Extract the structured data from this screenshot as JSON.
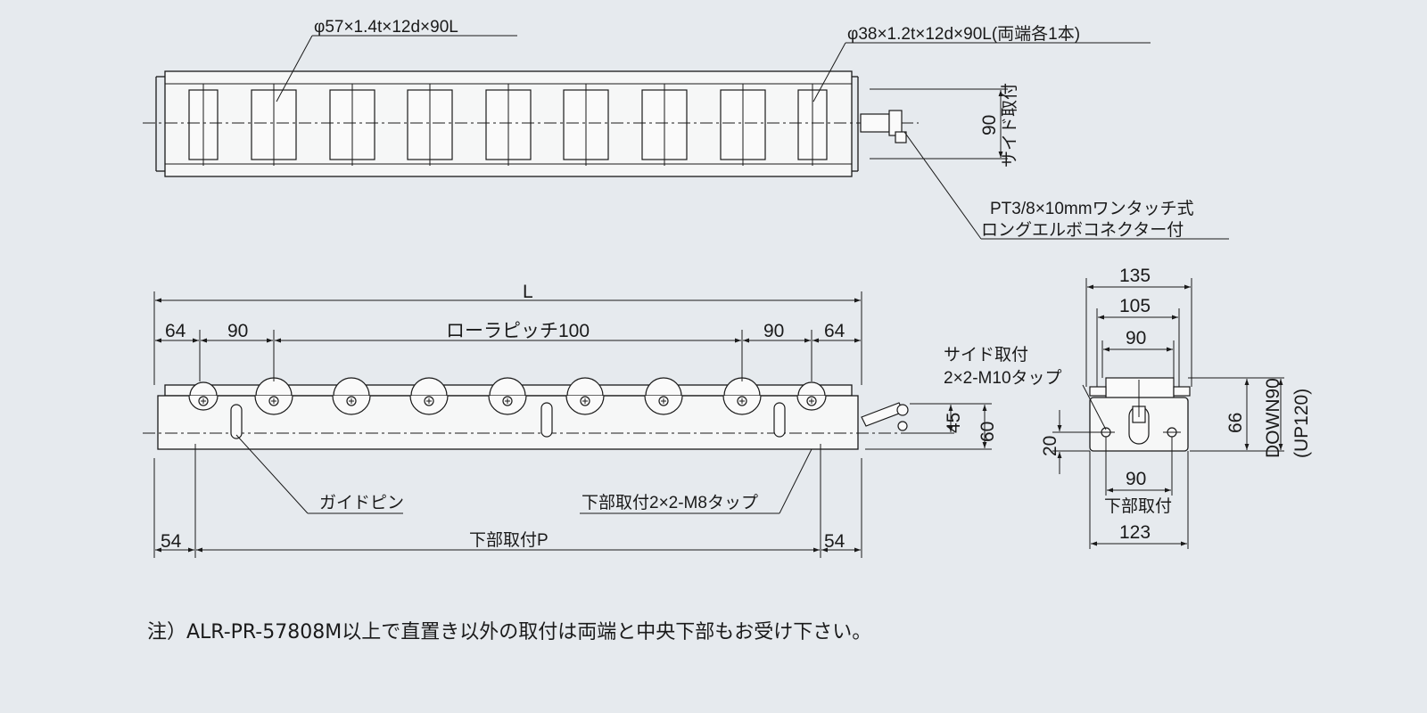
{
  "top_view": {
    "roller_label": "φ57×1.4t×12d×90L",
    "end_roller_label": "φ38×1.2t×12d×90L(両端各1本)",
    "side_dim": "90",
    "side_mount_label": "サイド取付",
    "connector_line1": "PT3/8×10mmワンタッチ式",
    "connector_line2": "ロングエルボコネクター付"
  },
  "front_view": {
    "length_label": "L",
    "dim_left_end": "64",
    "dim_left_pitch": "90",
    "pitch_label": "ローラピッチ100",
    "dim_right_pitch": "90",
    "dim_right_end": "64",
    "dim_45": "45",
    "dim_60": "60",
    "guide_pin_label": "ガイドピン",
    "bottom_tap_label": "下部取付2×2-M8タップ",
    "dim_bottom_left": "54",
    "bottom_pitch_label": "下部取付P",
    "dim_bottom_right": "54"
  },
  "side_view": {
    "dim_135": "135",
    "dim_105": "105",
    "dim_90_top": "90",
    "side_mount_label": "サイド取付",
    "side_tap_label": "2×2-M10タップ",
    "dim_20": "20",
    "dim_66": "66",
    "down_label": "DOWN90",
    "up_label": "(UP120)",
    "dim_90_bottom": "90",
    "bottom_mount_label": "下部取付",
    "dim_123": "123"
  },
  "note": "注）ALR-PR-57808M以上で直置き以外の取付は両端と中央下部もお受け下さい。"
}
